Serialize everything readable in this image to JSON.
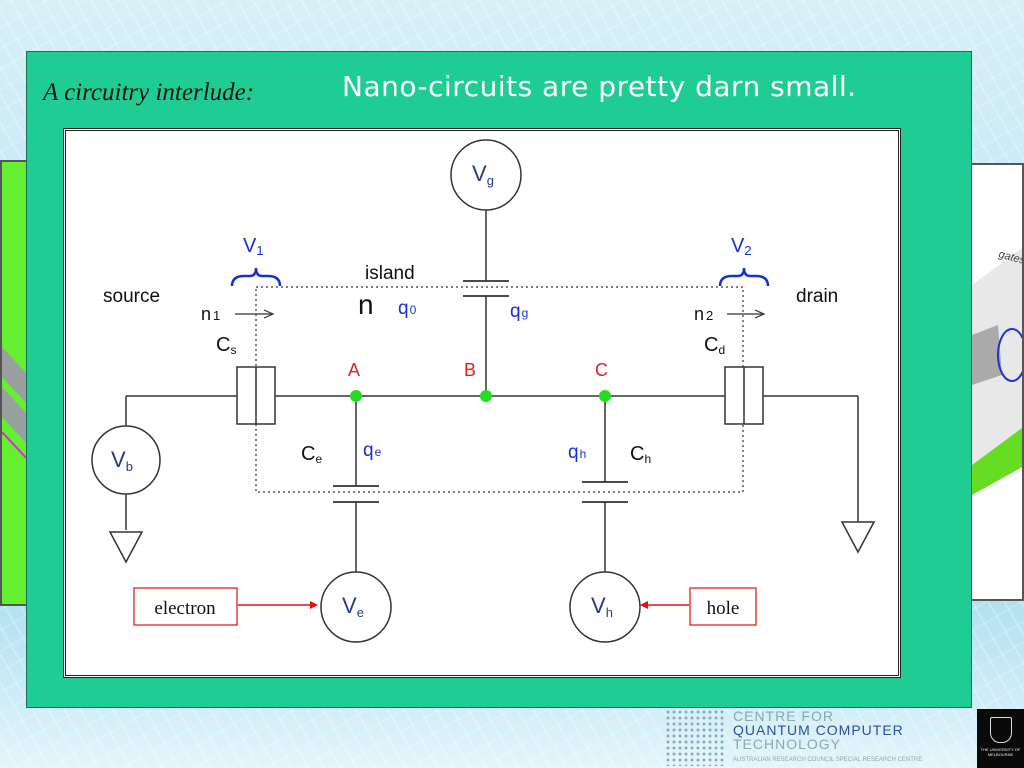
{
  "slide": {
    "intro_label": "A circuitry interlude:",
    "headline": "Nano-circuits are pretty darn small.",
    "side_label_right": "gates",
    "logo_line1": "CENTRE FOR",
    "logo_line2": "QUANTUM COMPUTER",
    "logo_line3": "TECHNOLOGY",
    "logo_subtitle": "AUSTRALIAN RESEARCH COUNCIL SPECIAL RESEARCH CENTRE",
    "university": "THE UNIVERSITY OF MELBOURNE"
  },
  "diagram": {
    "source_label": "source",
    "drain_label": "drain",
    "island_label": "island",
    "island_n": "n",
    "sources": {
      "vg": {
        "main": "V",
        "sub": "g"
      },
      "vb": {
        "main": "V",
        "sub": "b"
      },
      "ve": {
        "main": "V",
        "sub": "e"
      },
      "vh": {
        "main": "V",
        "sub": "h"
      }
    },
    "potentials": {
      "v1": {
        "main": "V",
        "sub": "1"
      },
      "v2": {
        "main": "V",
        "sub": "2"
      }
    },
    "currents": {
      "n1": {
        "main": "n",
        "sub": "1"
      },
      "n2": {
        "main": "n",
        "sub": "2"
      }
    },
    "capacitors": {
      "cs": {
        "main": "C",
        "sub": "s"
      },
      "cd": {
        "main": "C",
        "sub": "d"
      },
      "ce": {
        "main": "C",
        "sub": "e"
      },
      "ch": {
        "main": "C",
        "sub": "h"
      }
    },
    "charges": {
      "q0": {
        "main": "q",
        "sub": "0"
      },
      "qg": {
        "main": "q",
        "sub": "g"
      },
      "qe": {
        "main": "q",
        "sub": "e"
      },
      "qh": {
        "main": "q",
        "sub": "h"
      }
    },
    "nodes": {
      "a": "A",
      "b": "B",
      "c": "C"
    },
    "electron_label": "electron",
    "hole_label": "hole",
    "colors": {
      "node": "#22dd22",
      "node_label": "#dd2222",
      "charge": "#1a2fd0",
      "brace": "#1a2fd0",
      "pointer": "#dd1111"
    }
  }
}
